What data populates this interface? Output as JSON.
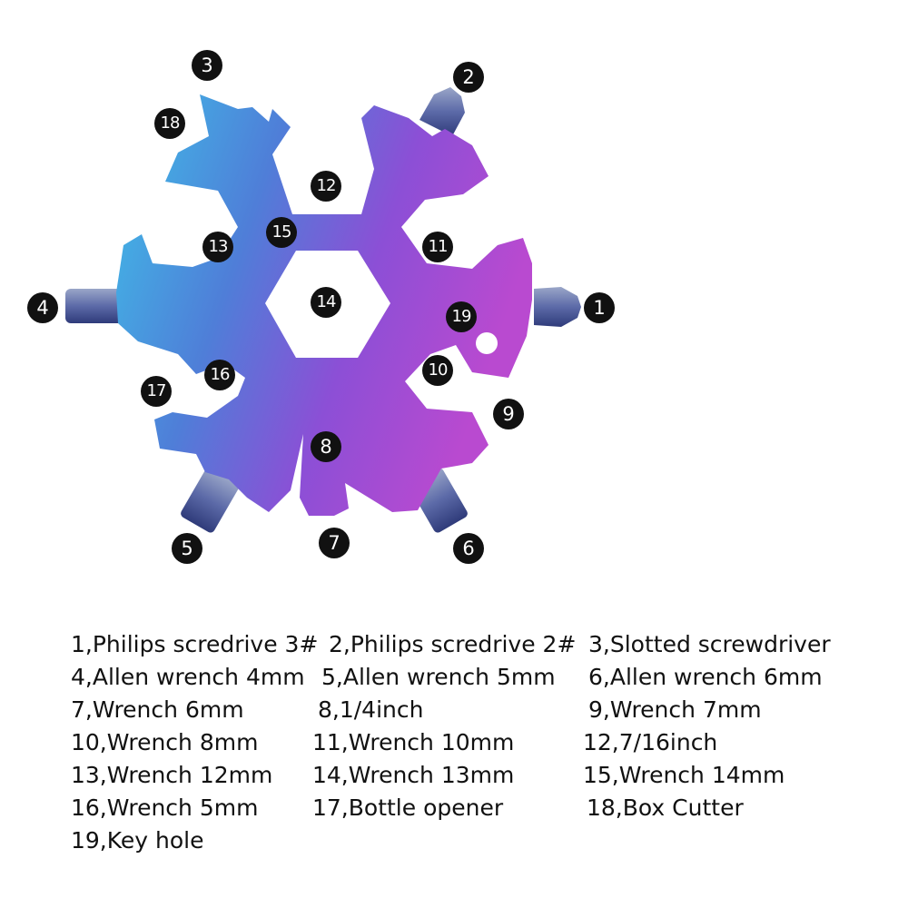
{
  "colors": {
    "tool_gradient": [
      "#3fc0e8",
      "#4f7ed8",
      "#8c4fd6",
      "#b94ad0"
    ],
    "badge_bg": "#111111",
    "badge_text": "#ffffff",
    "legend_text": "#111111"
  },
  "callouts": [
    {
      "number": "1"
    },
    {
      "number": "2"
    },
    {
      "number": "3"
    },
    {
      "number": "4"
    },
    {
      "number": "5"
    },
    {
      "number": "6"
    },
    {
      "number": "7"
    },
    {
      "number": "8"
    },
    {
      "number": "9"
    },
    {
      "number": "10"
    },
    {
      "number": "11"
    },
    {
      "number": "12"
    },
    {
      "number": "13"
    },
    {
      "number": "14"
    },
    {
      "number": "15"
    },
    {
      "number": "16"
    },
    {
      "number": "17"
    },
    {
      "number": "18"
    },
    {
      "number": "19"
    }
  ],
  "legend": {
    "rows": [
      [
        "1,Philips scredrive 3#",
        "2,Philips scredrive 2#",
        "3,Slotted screwdriver"
      ],
      [
        "4,Allen wrench 4mm",
        "5,Allen wrench 5mm",
        "6,Allen wrench 6mm"
      ],
      [
        "7,Wrench 6mm",
        "8,1/4inch",
        "9,Wrench 7mm"
      ],
      [
        "10,Wrench 8mm",
        "11,Wrench 10mm",
        "12,7/16inch"
      ],
      [
        "13,Wrench 12mm",
        "14,Wrench 13mm",
        "15,Wrench 14mm"
      ],
      [
        "16,Wrench 5mm",
        "17,Bottle opener",
        "18,Box Cutter"
      ],
      [
        "19,Key hole"
      ]
    ]
  }
}
